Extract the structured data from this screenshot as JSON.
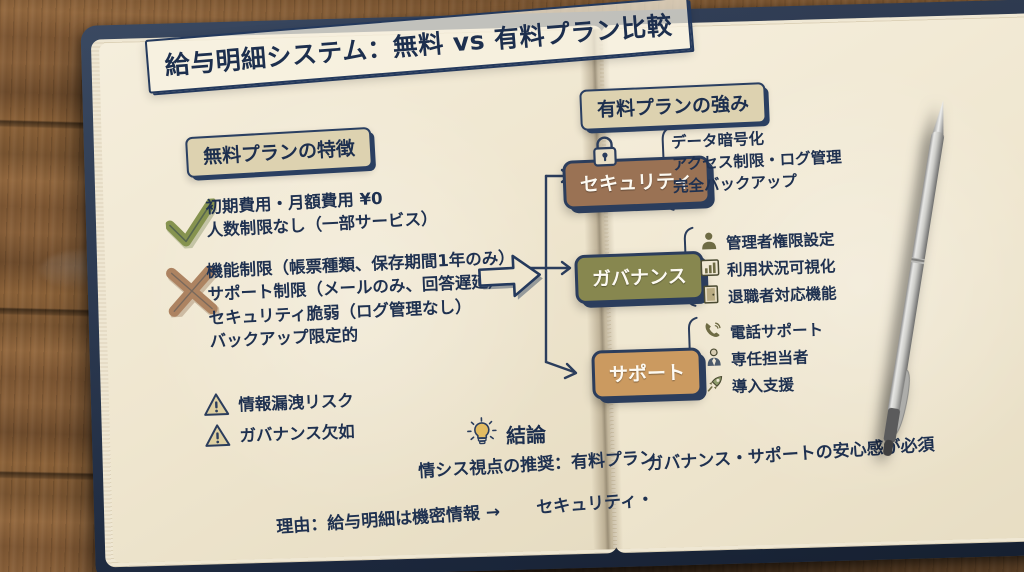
{
  "title": "給与明細システム：無料 vs 有料プラン比較",
  "colors": {
    "ink": "#1f3150",
    "page": "#f1e8d3",
    "cover": "#22304a",
    "security_box": "#9a7254",
    "governance_box": "#87874f",
    "support_box": "#cb9a60",
    "check_mark": "#7d8b55",
    "cross_mark": "#a97f5c",
    "warning": "#d7c089",
    "bulb": "#e0b95a"
  },
  "left_page": {
    "heading": "無料プランの特徴",
    "pros": {
      "icon": "check-mark-icon",
      "items": [
        "初期費用・月額費用 ¥0",
        "人数制限なし（一部サービス）"
      ]
    },
    "cons": {
      "icon": "cross-mark-icon",
      "items": [
        "機能制限（帳票種類、保存期間1年のみ）",
        "サポート制限（メールのみ、回答遅延）",
        "セキュリティ脆弱（ログ管理なし）",
        "バックアップ限定的"
      ]
    },
    "risks": {
      "icon": "warning-triangle-icon",
      "items": [
        "情報漏洩リスク",
        "ガバナンス欠如"
      ]
    }
  },
  "transition_arrow": "big-right-arrow-icon",
  "right_page": {
    "heading": "有料プランの強み",
    "categories": [
      {
        "label": "セキュリティ",
        "icon": "lock-icon",
        "color": "#9a7254",
        "details": [
          {
            "icon": "",
            "text": "データ暗号化"
          },
          {
            "icon": "",
            "text": "アクセス制限・ログ管理"
          },
          {
            "icon": "",
            "text": "完全バックアップ"
          }
        ]
      },
      {
        "label": "ガバナンス",
        "icon": "",
        "color": "#87874f",
        "details": [
          {
            "icon": "person-icon",
            "text": "管理者権限設定"
          },
          {
            "icon": "bar-chart-icon",
            "text": "利用状況可視化"
          },
          {
            "icon": "door-icon",
            "text": "退職者対応機能"
          }
        ]
      },
      {
        "label": "サポート",
        "icon": "",
        "color": "#cb9a60",
        "details": [
          {
            "icon": "phone-icon",
            "text": "電話サポート"
          },
          {
            "icon": "agent-icon",
            "text": "専任担当者"
          },
          {
            "icon": "rocket-icon",
            "text": "導入支援"
          }
        ]
      }
    ]
  },
  "conclusion": {
    "icon": "lightbulb-icon",
    "heading": "結論",
    "line1a": "情シス視点の推奨：有料プラン",
    "line1b": "ガバナンス・サポートの安心感が必須",
    "line2a": "理由：給与明細は機密情報 →",
    "line2b": "セキュリティ・"
  },
  "objects": {
    "pen": "ballpoint-pen",
    "surface": "wooden-desk",
    "notebook": "open-notebook"
  }
}
